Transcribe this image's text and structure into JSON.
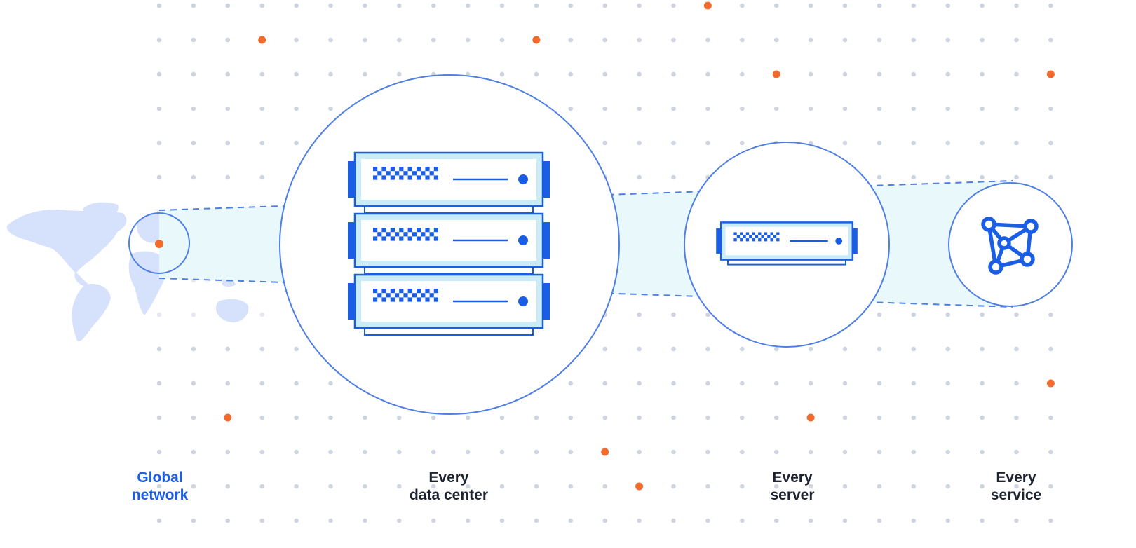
{
  "colors": {
    "accent": "#1a5ee6",
    "outline": "#4f7fe2",
    "dot_grey": "#ced4e0",
    "dot_orange": "#f26b2d",
    "world_map": "#d6e2fb",
    "beam_fill": "#e9f9fb",
    "server_light": "#c9ecf6",
    "label_text": "#1d2330"
  },
  "stages": [
    {
      "id": "global-network",
      "lines": [
        "Global",
        "network"
      ],
      "icon": "world-map-icon",
      "highlighted": true
    },
    {
      "id": "data-center",
      "lines": [
        "Every",
        "data center"
      ],
      "icon": "server-rack-icon",
      "highlighted": false
    },
    {
      "id": "server",
      "lines": [
        "Every",
        "server"
      ],
      "icon": "server-icon",
      "highlighted": false
    },
    {
      "id": "service",
      "lines": [
        "Every",
        "service"
      ],
      "icon": "network-graph-icon",
      "highlighted": false
    }
  ]
}
